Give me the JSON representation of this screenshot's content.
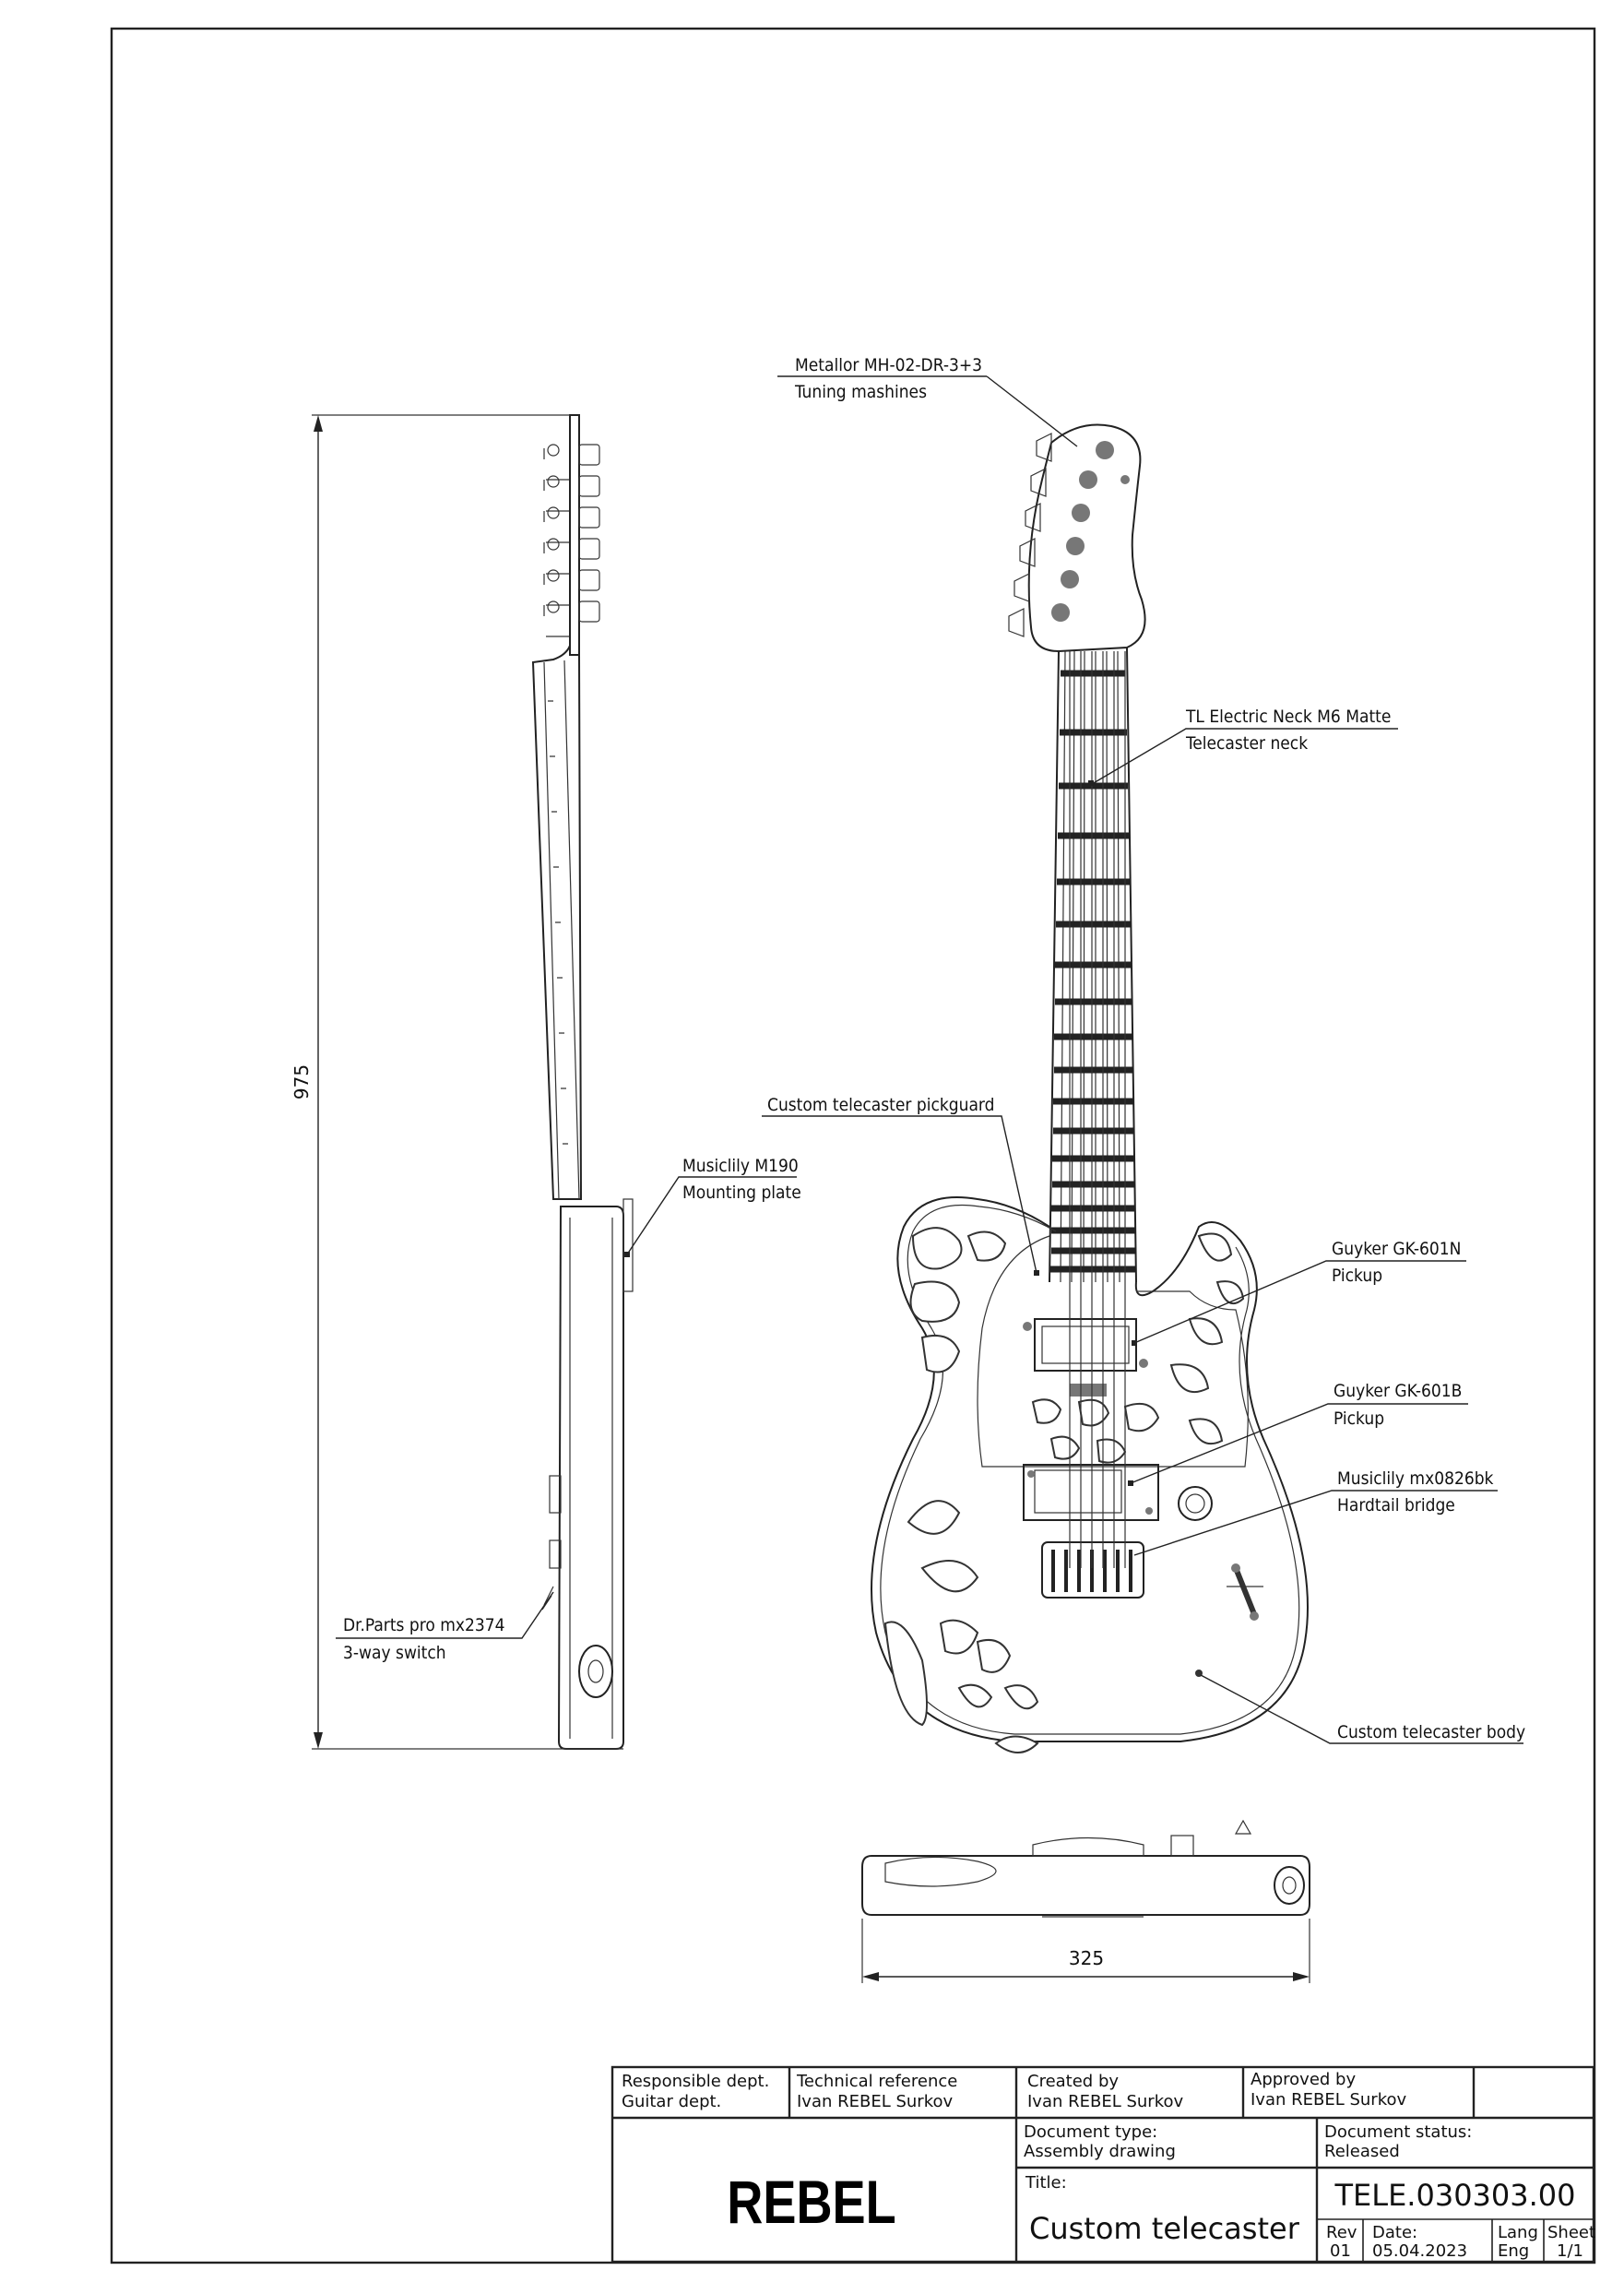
{
  "callouts": {
    "tuners": {
      "line1": "Metallor MH-02-DR-3+3",
      "line2": "Tuning mashines"
    },
    "neck": {
      "line1": "TL Electric Neck M6 Matte",
      "line2": "Telecaster neck"
    },
    "pickguard": {
      "line1": "Custom telecaster pickguard"
    },
    "mounting_plate": {
      "line1": "Musiclily M190",
      "line2": "Mounting plate"
    },
    "pickup_neck": {
      "line1": "Guyker GK-601N",
      "line2": "Pickup"
    },
    "pickup_bridge": {
      "line1": "Guyker GK-601B",
      "line2": "Pickup"
    },
    "bridge": {
      "line1": "Musiclily mx0826bk",
      "line2": "Hardtail bridge"
    },
    "switch": {
      "line1": "Dr.Parts pro mx2374",
      "line2": "3-way switch"
    },
    "body": {
      "line1": "Custom telecaster body"
    }
  },
  "dimensions": {
    "length": "975",
    "width": "325"
  },
  "title_block": {
    "responsible_label": "Responsible dept.",
    "responsible_value": "Guitar dept.",
    "tech_ref_label": "Technical reference",
    "tech_ref_value": "Ivan REBEL Surkov",
    "created_label": "Created by",
    "created_value": "Ivan REBEL Surkov",
    "approved_label": "Approved by",
    "approved_value": "Ivan REBEL Surkov",
    "logo": "REBEL",
    "doc_type_label": "Document type:",
    "doc_type_value": "Assembly drawing",
    "doc_status_label": "Document status:",
    "doc_status_value": "Released",
    "title_label": "Title:",
    "title_value": "Custom telecaster",
    "doc_number": "TELE.030303.00",
    "rev_label": "Rev",
    "rev_value": "01",
    "date_label": "Date:",
    "date_value": "05.04.2023",
    "lang_label": "Lang",
    "lang_value": "Eng",
    "sheet_label": "Sheet",
    "sheet_value": "1/1"
  }
}
